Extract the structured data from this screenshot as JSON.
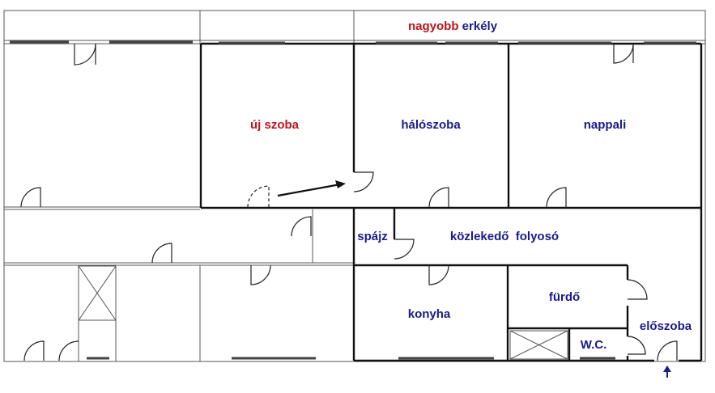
{
  "labels": {
    "balcony_prefix": "nagyobb",
    "balcony_suffix": "erkély",
    "new_room": "új szoba",
    "bedroom": "hálószoba",
    "living_room": "nappali",
    "pantry": "spájz",
    "corridor": "közlekedő  folyosó",
    "kitchen": "konyha",
    "bathroom": "fürdő",
    "wc": "W.C.",
    "entrance_hall": "előszoba"
  },
  "colors": {
    "label_blue": "#1a1a8c",
    "label_red": "#c0141c",
    "wall": "#111111",
    "background": "#ffffff"
  },
  "icons": {
    "entrance": "up-arrow-icon",
    "move_door": "arrow-icon"
  }
}
